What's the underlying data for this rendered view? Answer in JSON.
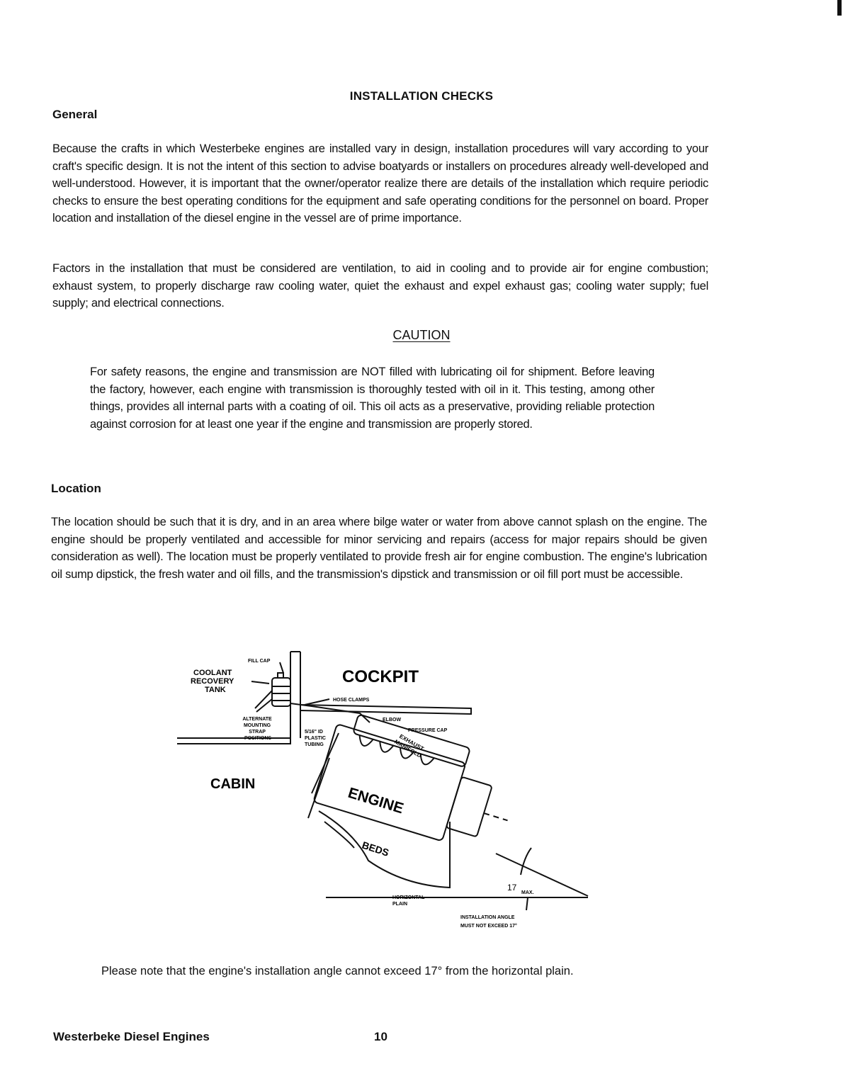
{
  "document": {
    "title": "INSTALLATION CHECKS",
    "sections": {
      "general": {
        "heading": "General",
        "paragraph1": "Because the crafts in which Westerbeke engines are installed vary in design, installation procedures will vary according to your craft's specific design. It is not the intent of this section to advise boatyards or installers on procedures already well-developed and well-understood. However, it is important that the owner/operator realize there are details of the installation which require periodic checks to ensure the best operating conditions for the equipment and safe operating conditions for the personnel on board. Proper location and installation of the diesel engine in the vessel are of prime importance.",
        "paragraph2": "Factors in the installation that must be considered are ventilation, to aid in cooling and to provide air for engine combustion; exhaust system, to properly discharge raw cooling water, quiet the exhaust and expel exhaust gas; cooling water supply; fuel supply; and electrical connections."
      },
      "caution": {
        "label": "CAUTION",
        "text": "For safety reasons, the engine and transmission are NOT filled with lubricating oil for shipment. Before leaving the factory, however, each engine with transmission is thoroughly tested with oil in it. This testing, among other things, provides all internal parts with a coating of oil. This oil acts as a preservative, providing reliable protection against corrosion for at least one year if the engine and transmission are properly stored."
      },
      "location": {
        "heading": "Location",
        "paragraph": "The location should be such that it is dry, and in an area where bilge water or water from above cannot splash on the engine. The engine should be properly ventilated and accessible for minor servicing and repairs (access for major repairs should be given consideration as well). The location must be properly ventilated to provide fresh air for engine combustion. The engine's lubrication oil sump dipstick, the fresh water and oil fills, and the transmission's dipstick and transmission or oil fill port must be accessible."
      }
    },
    "diagram": {
      "fill_cap": "FILL CAP",
      "coolant_recovery_tank": [
        "COOLANT",
        "RECOVERY",
        "TANK"
      ],
      "cockpit": "COCKPIT",
      "hose_clamps": "HOSE CLAMPS",
      "alternate_positions": [
        "ALTERNATE",
        "MOUNTING",
        "STRAP",
        "POSITIONS"
      ],
      "elbow": "ELBOW",
      "pressure_cap": "PRESSURE CAP",
      "plastic_tubing": [
        "5/16\" ID",
        "PLASTIC",
        "TUBING"
      ],
      "exhaust_manifold": [
        "EXHAUST",
        "MANIFOLD"
      ],
      "cabin": "CABIN",
      "engine": "ENGINE",
      "beds": "BEDS",
      "angle_value": "17",
      "angle_max": "MAX.",
      "horizontal_plain": [
        "HORIZONTAL",
        "PLAIN"
      ],
      "installation_angle_note": [
        "INSTALLATION ANGLE",
        "MUST NOT EXCEED 17°"
      ]
    },
    "note": "Please note that the engine's installation angle cannot exceed 17° from the horizontal plain.",
    "footer": {
      "left": "Westerbeke Diesel Engines",
      "page_number": "10"
    }
  }
}
